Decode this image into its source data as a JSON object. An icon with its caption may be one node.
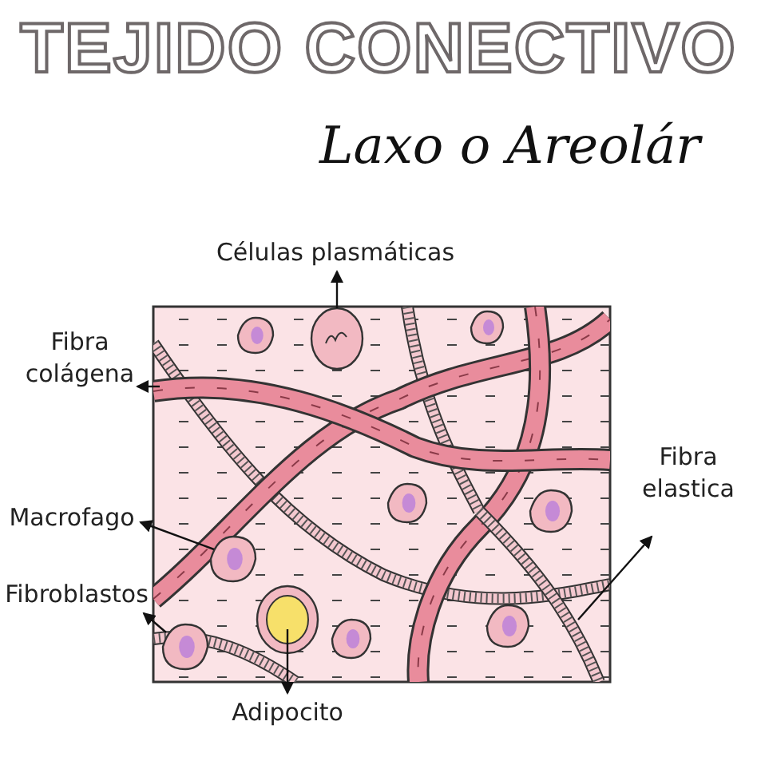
{
  "diagram": {
    "title": "TEJIDO CONECTIVO",
    "nodes": [
      {
        "text": [
          "Células plasmáticas"
        ]
      },
      {
        "text": [
          "Fibra colágena"
        ]
      },
      {
        "text": [
          "Macrofago"
        ]
      },
      {
        "text": [
          "Fibroblastos"
        ]
      },
      {
        "text": [
          "Adipocito"
        ]
      },
      {
        "text": [
          "Fibra elastica"
        ]
      },
      {
        "text": [],
        "shape": "circle"
      },
      {
        "text": [],
        "shape": "bar"
      },
      {
        "text": [],
        "shape": "picture"
      },
      {
        "text": [],
        "shape": "picture"
      },
      {
        "text": [],
        "shape": "circle"
      },
      {
        "text": [],
        "shape": "bar"
      }
    ],
    "edges": [
      {
        "from": 6,
        "to": 0,
        "arrow": "to"
      },
      {
        "from": 7,
        "to": 1,
        "arrow": "to"
      },
      {
        "from": 8,
        "to": 2,
        "arrow": "to"
      },
      {
        "from": 9,
        "to": 3,
        "arrow": "to"
      },
      {
        "from": 10,
        "to": 4,
        "arrow": "to"
      },
      {
        "from": 11,
        "to": 5,
        "arrow": "to"
      }
    ],
    "labels": [
      "Laxo o Areolár"
    ]
  }
}
